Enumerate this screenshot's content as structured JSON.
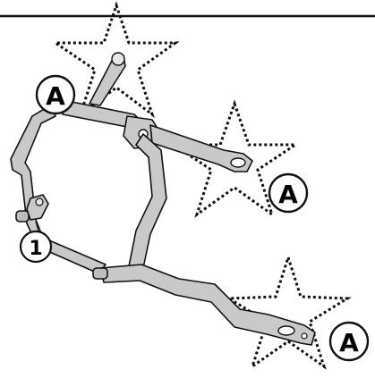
{
  "diagram": {
    "callouts": [
      {
        "id": "A-top",
        "label": "A"
      },
      {
        "id": "A-right",
        "label": "A"
      },
      {
        "id": "A-bottom",
        "label": "A"
      },
      {
        "id": "part-1",
        "label": "1"
      }
    ],
    "colors": {
      "frame_fill": "#c9c9c9",
      "frame_stroke": "#111111",
      "highlight_star": "#111111",
      "background": "#ffffff"
    }
  }
}
